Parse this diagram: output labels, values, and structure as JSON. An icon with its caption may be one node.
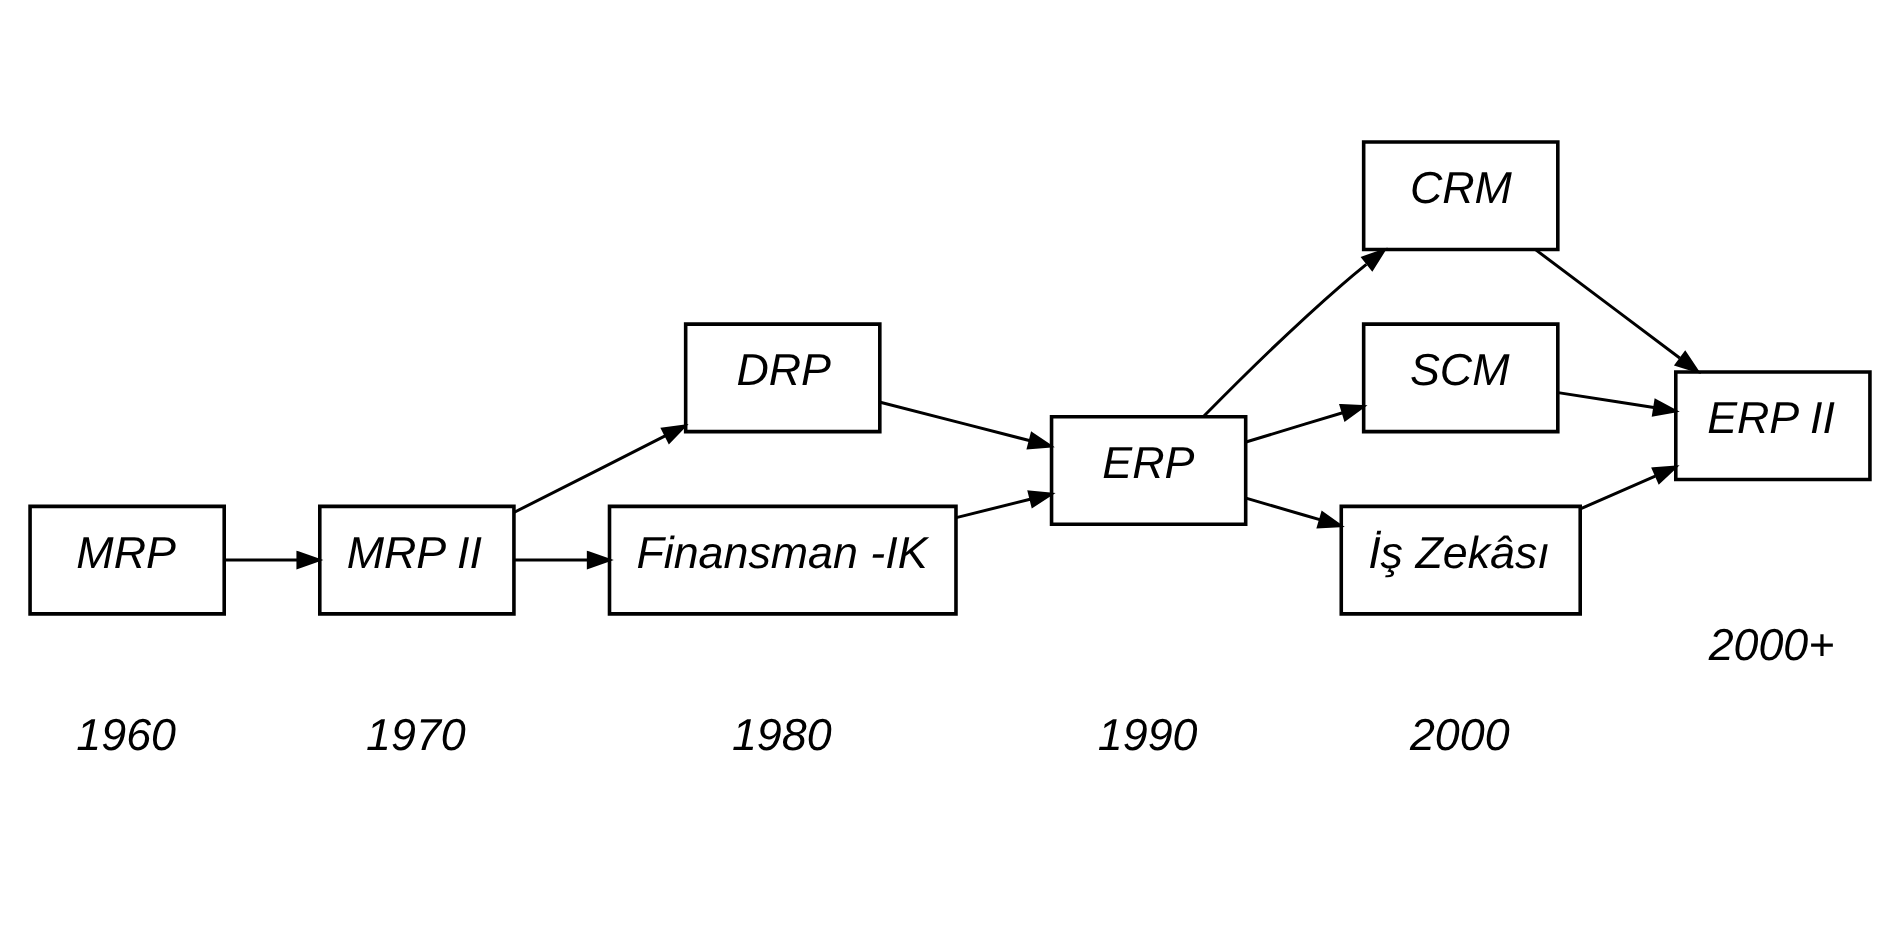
{
  "diagram": {
    "nodes": [
      {
        "text": [
          "MRP"
        ]
      },
      {
        "text": [
          "MRP II"
        ]
      },
      {
        "text": [
          "DRP"
        ]
      },
      {
        "text": [
          "Finansman -IK"
        ]
      },
      {
        "text": [
          "ERP"
        ]
      },
      {
        "text": [
          "CRM"
        ]
      },
      {
        "text": [
          "SCM"
        ]
      },
      {
        "text": [
          "İş Zekâsı"
        ]
      },
      {
        "text": [
          "ERP II"
        ]
      }
    ],
    "edges": [
      {
        "from": 0,
        "to": 1,
        "arrow": "to"
      },
      {
        "from": 1,
        "to": 2,
        "arrow": "to"
      },
      {
        "from": 1,
        "to": 3,
        "arrow": "to"
      },
      {
        "from": 2,
        "to": 4,
        "arrow": "to"
      },
      {
        "from": 3,
        "to": 4,
        "arrow": "to"
      },
      {
        "from": 4,
        "to": 5,
        "arrow": "to"
      },
      {
        "from": 4,
        "to": 6,
        "arrow": "to"
      },
      {
        "from": 4,
        "to": 7,
        "arrow": "to"
      },
      {
        "from": 5,
        "to": 8,
        "arrow": "to"
      },
      {
        "from": 6,
        "to": 8,
        "arrow": "to"
      },
      {
        "from": 7,
        "to": 8,
        "arrow": "to"
      }
    ],
    "labels": [
      "1960",
      "1970",
      "1980",
      "1990",
      "2000",
      "2000+"
    ]
  }
}
